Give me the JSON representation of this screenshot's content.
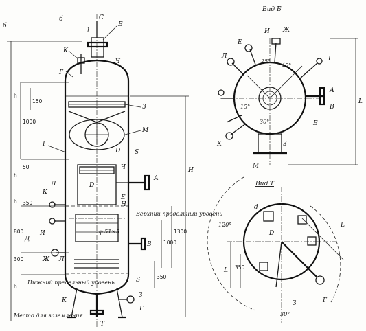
{
  "front_view": {
    "corner_label": "б",
    "section_label": "б",
    "top_axis": "С",
    "bottom_axis": "Т",
    "part_labels": {
      "l": "l",
      "b_nozzle": "Б",
      "k_top": "К",
      "g": "Г",
      "ch": "Ч",
      "z_top": "З",
      "m_top": "М",
      "one": "I",
      "d_shell": "D",
      "s_top": "S",
      "ch_mid": "Ч",
      "d_inner": "D",
      "a": "А",
      "l_mid": "Л",
      "k_mid": "К",
      "e": "Е",
      "n": "Н",
      "i": "И",
      "d_left": "Д",
      "zh": "Ж",
      "l_low": "Л",
      "v": "В",
      "k_low": "К",
      "z_bot": "З",
      "g_bot": "Г",
      "t_axis": "Т",
      "s_bot": "S",
      "phi": "φ 51×5"
    },
    "notes": {
      "upper_level": "Верхний предельный уровень",
      "lower_level": "Нижний предельный уровень",
      "grounding": "Место для заземления"
    },
    "dimensions": {
      "h1": "h",
      "d1000": "1000",
      "d150": "150",
      "h4": "h",
      "d50": "50",
      "h3": "h",
      "d350a": "350",
      "d800": "800",
      "d300": "300",
      "h2": "h",
      "d350b": "350",
      "d1300": "1300",
      "d1000b": "1000",
      "H": "H"
    }
  },
  "view_b": {
    "title": "Вид Б",
    "labels": {
      "e": "Е",
      "i": "И",
      "zh": "Ж",
      "l": "Л",
      "g": "Г",
      "k": "К",
      "a": "А",
      "v": "В",
      "b": "Б",
      "m": "М",
      "z": "З",
      "ang25": "25°",
      "ang45": "45°",
      "ang15": "15°",
      "ang30": "30°",
      "L1": "L"
    }
  },
  "view_t": {
    "title": "Вид Т",
    "labels": {
      "d": "d",
      "ang120": "120°",
      "d1": "D",
      "L1": "L",
      "d350": "350",
      "L2": "L",
      "g": "Г",
      "z": "З",
      "ang30": "30°"
    }
  }
}
